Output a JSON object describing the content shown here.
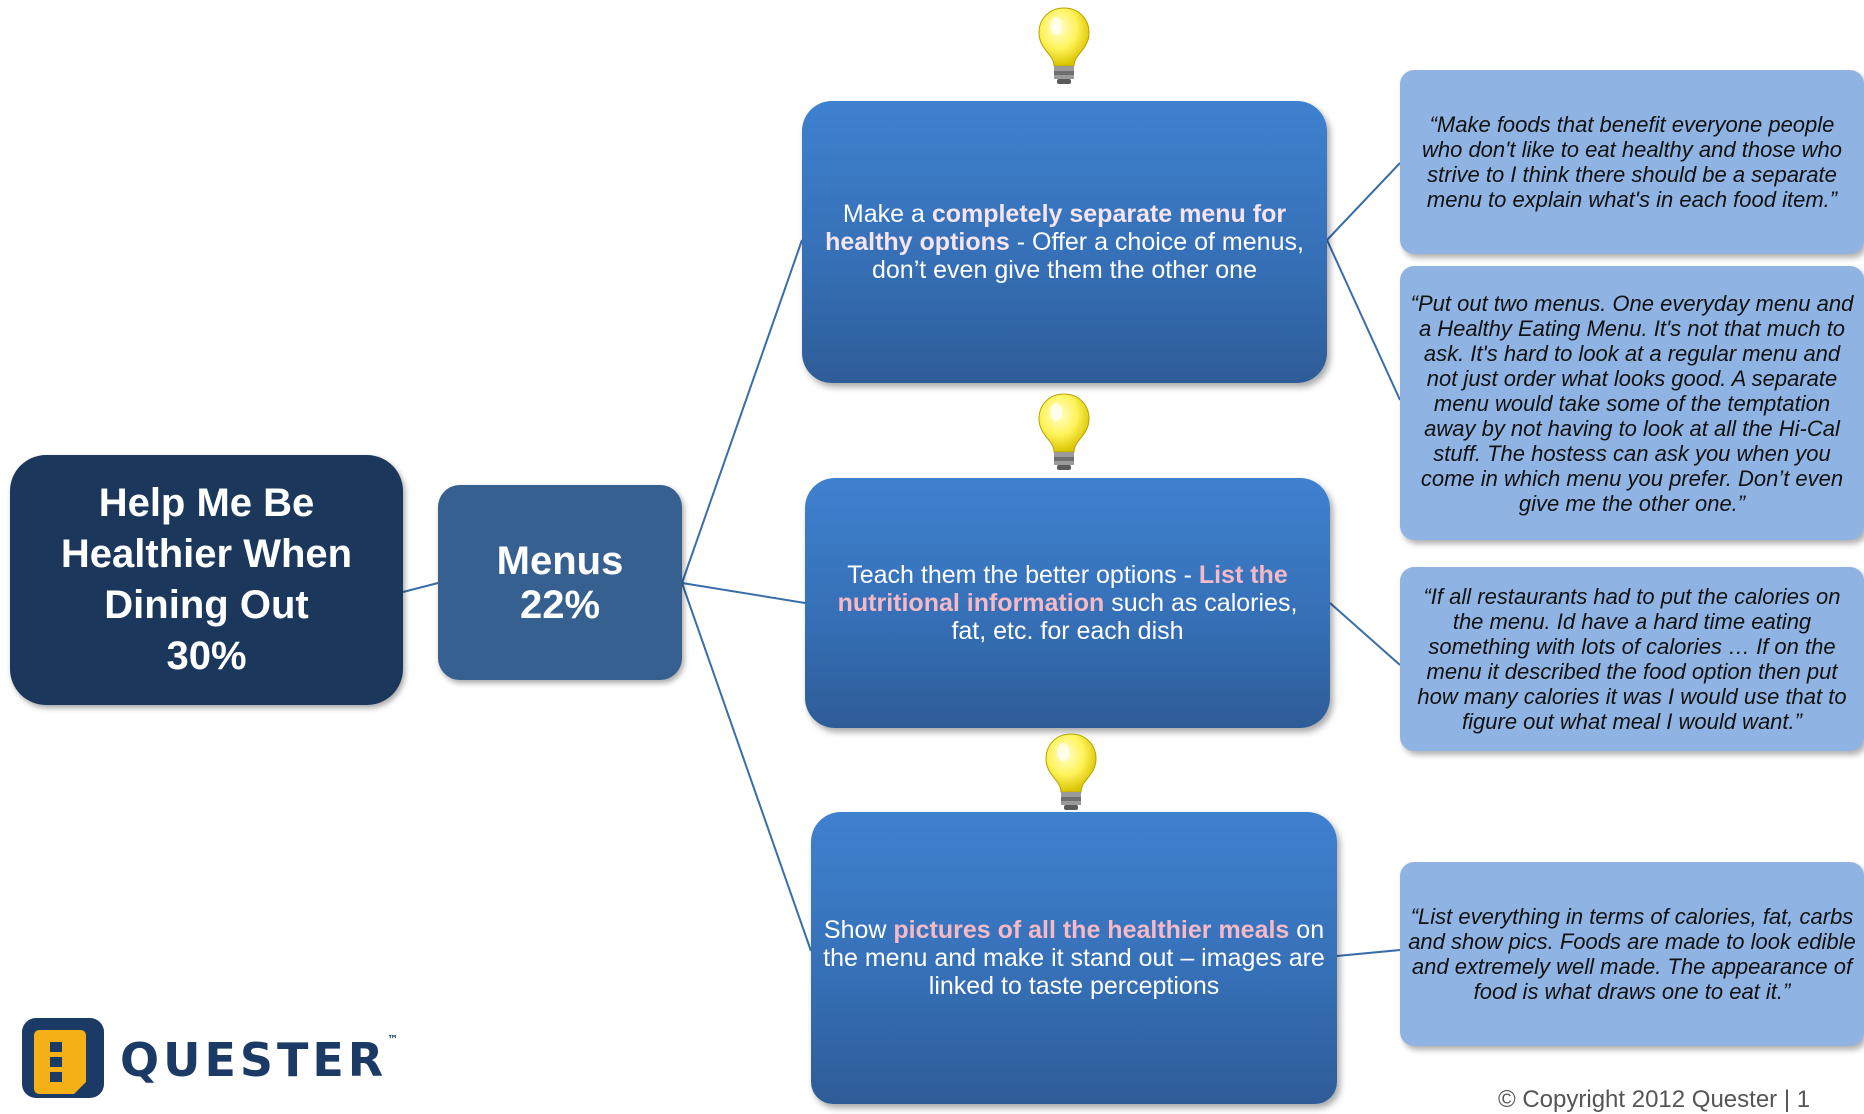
{
  "root": {
    "lines": [
      "Help Me Be",
      "Healthier When",
      "Dining Out",
      "30%"
    ]
  },
  "branch": {
    "title": "Menus",
    "value": "22%"
  },
  "options": [
    {
      "pre": "Make a ",
      "highlight": "completely separate menu for healthy options",
      "post": " - Offer a choice of menus, don’t even give them the other one"
    },
    {
      "pre": "Teach them the better options - ",
      "highlight": "List the nutritional information",
      "post": " such as calories, fat, etc. for each dish"
    },
    {
      "pre": "Show ",
      "highlight": "pictures of all the healthier meals",
      "post": " on the menu and make it stand out – images are linked to taste perceptions"
    }
  ],
  "quotes": [
    "“Make foods that benefit everyone people who don't like to eat healthy and those who strive to I think there should be a separate menu to explain what's in each food item.”",
    "“Put out two menus. One everyday menu and a Healthy Eating Menu. It's not that much to ask. It's hard to look at a regular menu and not just order what looks good. A separate menu would take some of the temptation away by not having to look at all the Hi-Cal stuff.  The hostess can ask you when you come in which menu you prefer.  Don’t even give me the other one.”",
    "“If all restaurants had to put the calories on the menu. Id have a hard time eating something with lots of calories … If on the menu it described the food option then put how many calories it was I would use that to figure out what meal I would want.”",
    "“List everything in terms of calories, fat, carbs and show pics.  Foods are made to look edible and extremely well made. The appearance of food is what draws one to eat it.”"
  ],
  "icons": {
    "idea": "lightbulb-icon",
    "logo": "quester-logo-icon"
  },
  "logo": {
    "word": "QUESTER",
    "tm": "™"
  },
  "footer": {
    "copyright": "© Copyright 2012 Quester  |  1"
  },
  "colors": {
    "root": "#1b375c",
    "branch": "#36608f",
    "option": "#3e81cf",
    "quote": "#8fb4e3",
    "highlight_white": "#f6e4ef",
    "highlight_pink": "#f6b9c6",
    "connector": "#3a6ea8",
    "logo": "#1b3a66"
  }
}
